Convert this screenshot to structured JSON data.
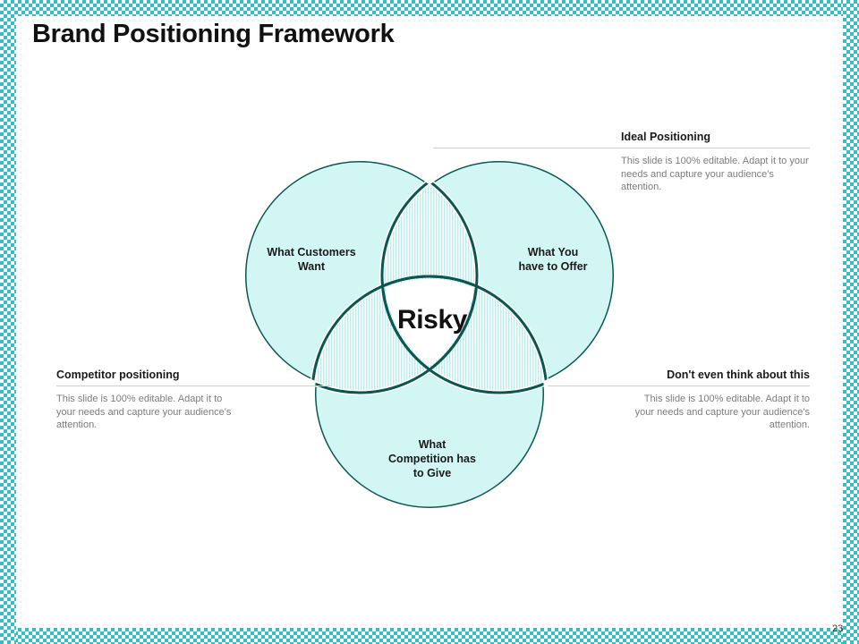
{
  "slide": {
    "title": "Brand Positioning Framework",
    "page_number": "23",
    "accent_border_color": "#31bfc4",
    "shape_stroke_color": "#0d5650",
    "shape_fill_color": "#d2f6f3",
    "stripe_color": "#bdeeee"
  },
  "boilerplate": {
    "body_text": "This slide is 100% editable. Adapt it to your needs and capture your audience's attention."
  },
  "callouts": [
    {
      "key": "ideal",
      "heading": "Ideal Positioning",
      "body": "This slide is 100% editable. Adapt it to your needs and capture your audience's attention."
    },
    {
      "key": "competitor",
      "heading": "Competitor positioning",
      "body": "This slide is 100% editable. Adapt it to your needs and capture your audience's attention."
    },
    {
      "key": "dont",
      "heading": "Don't even think about this",
      "body": "This slide is 100% editable. Adapt it to your needs and capture your audience's attention."
    }
  ],
  "venn": {
    "center_label": "Risky",
    "circles": [
      {
        "key": "customers",
        "label": "What Customers\nWant"
      },
      {
        "key": "offer",
        "label": "What You\nhave to Offer"
      },
      {
        "key": "competition",
        "label": "What\nCompetition has\nto Give"
      }
    ]
  }
}
